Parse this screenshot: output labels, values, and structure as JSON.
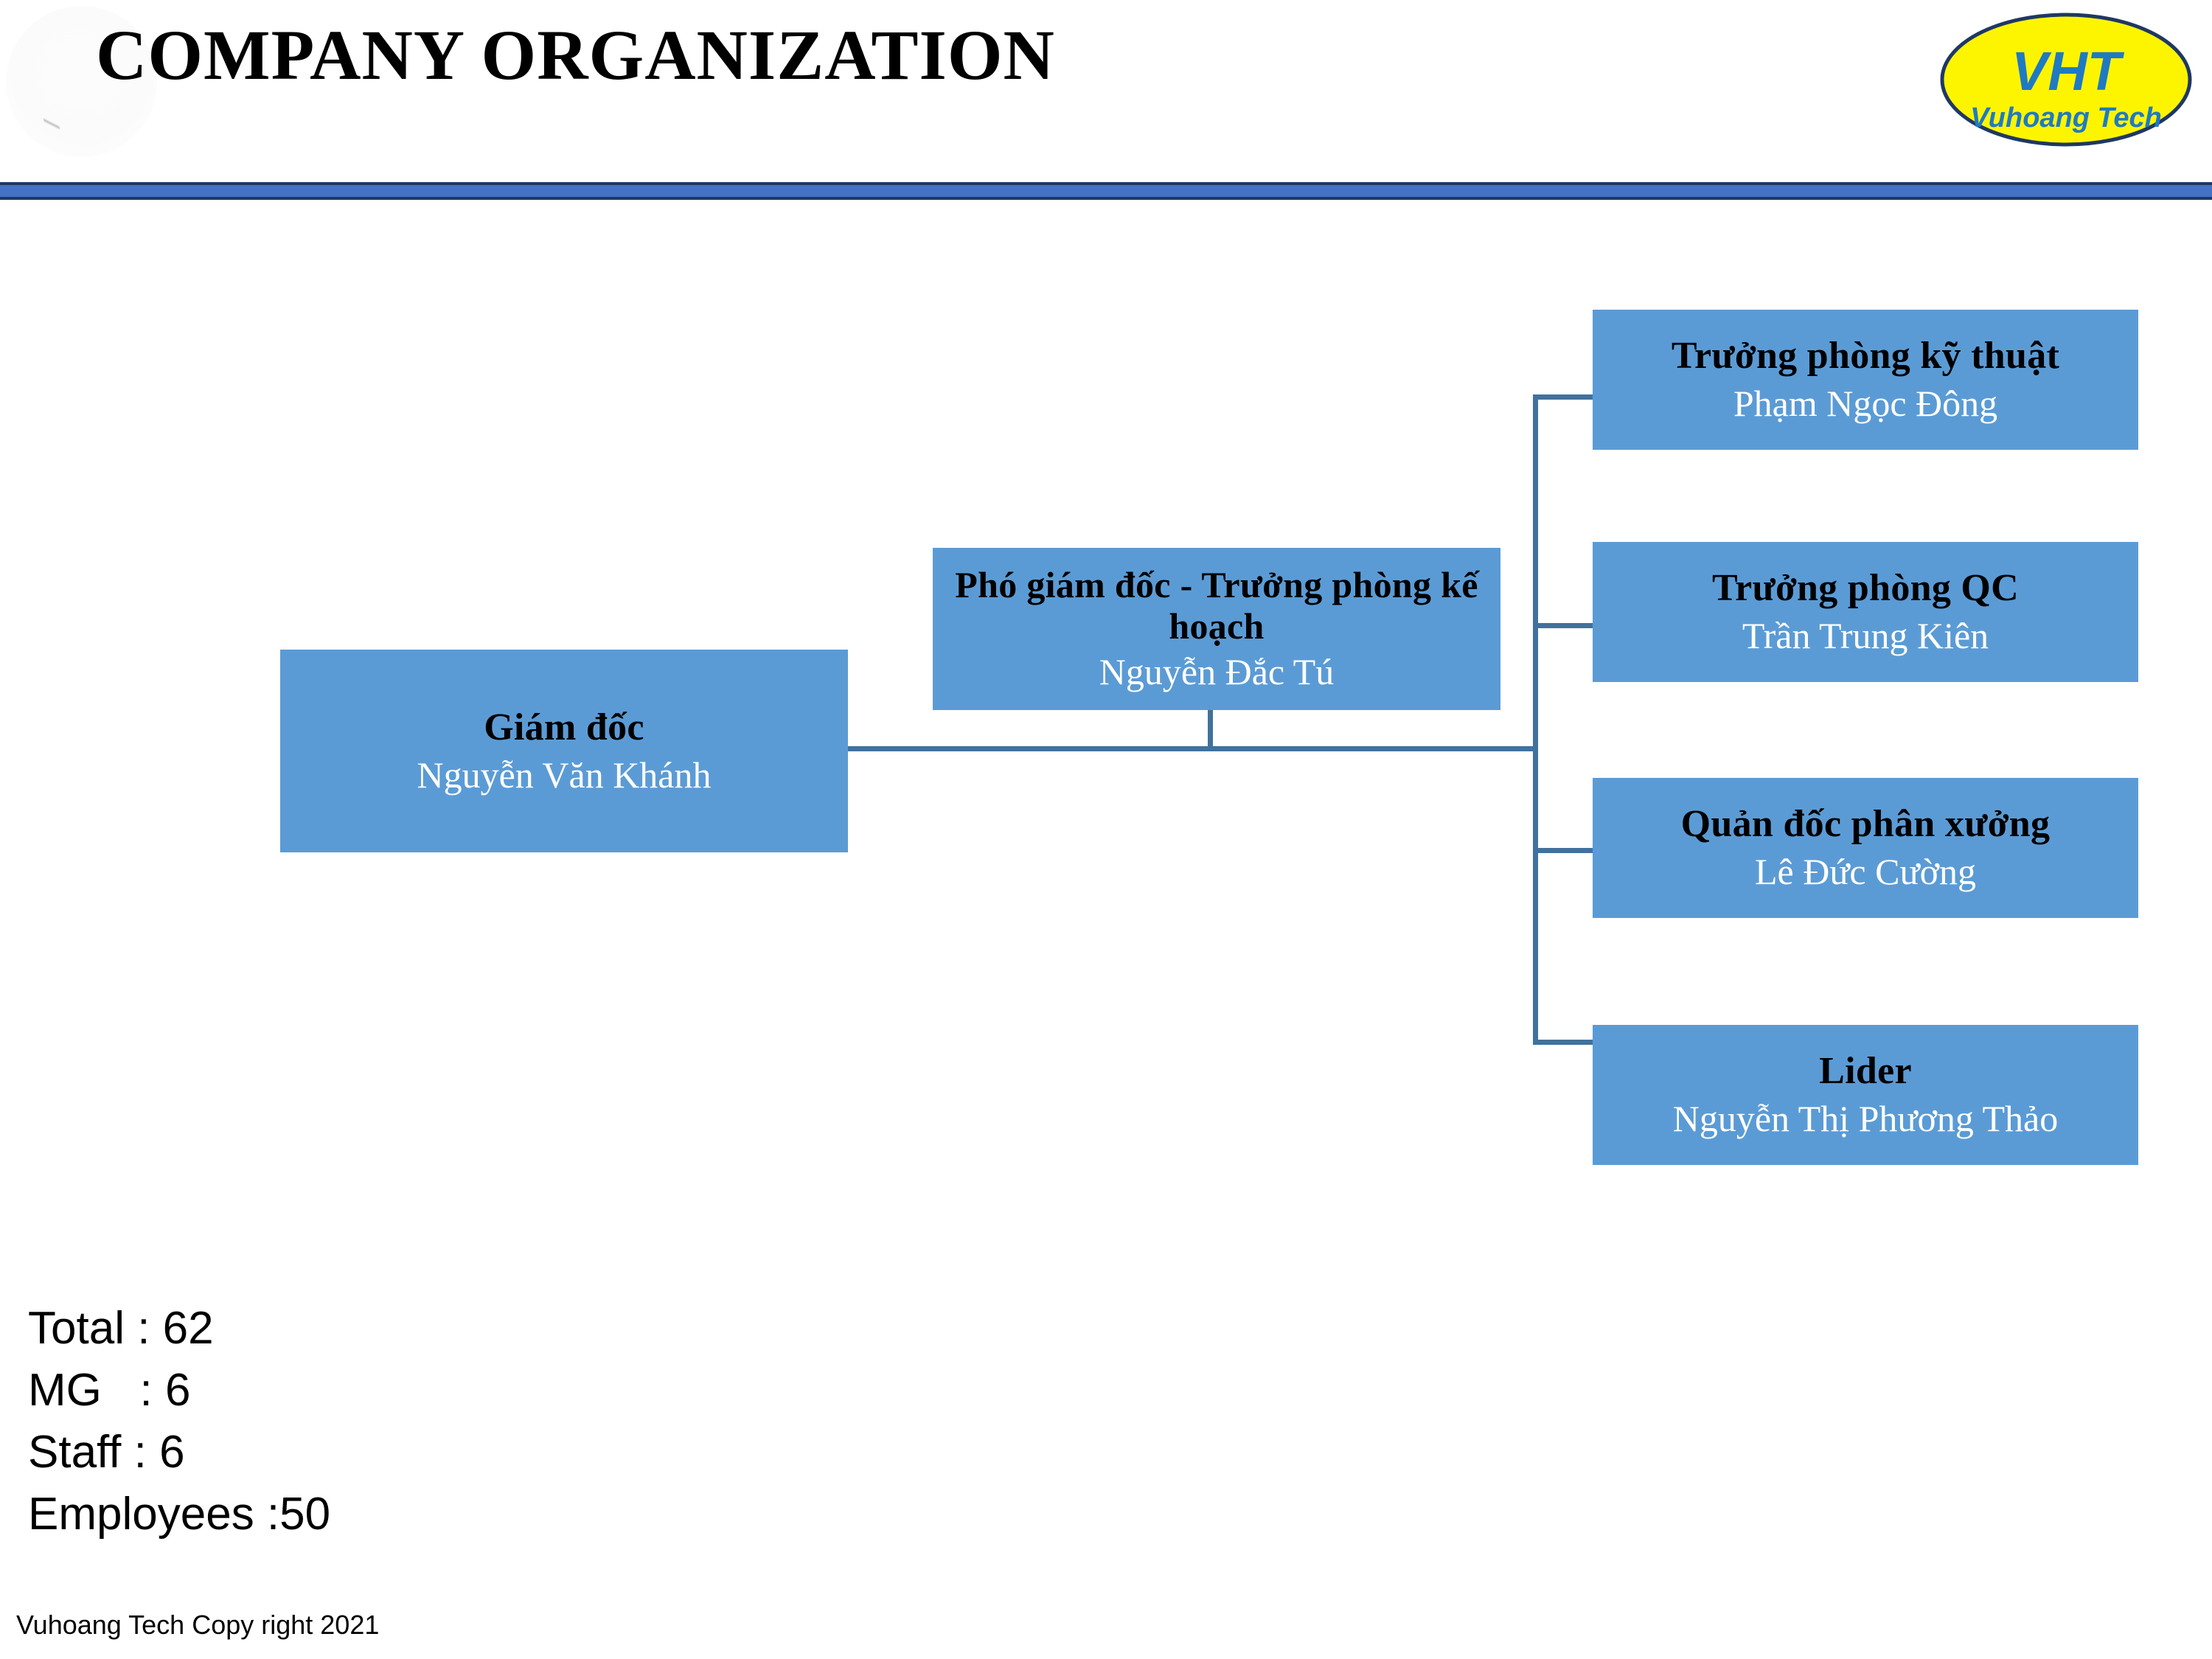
{
  "header": {
    "title": "COMPANY ORGANIZATION",
    "logo": {
      "primary_text": "VHT",
      "secondary_text": "Vuhoang Tech",
      "fill_color": "#fdf500",
      "stroke_color": "#1f3864",
      "text_color": "#1f7ac4"
    },
    "rule_band_color": "#4472c4",
    "rule_edge_color": "#1f3864"
  },
  "org_chart": {
    "box_fill_color": "#5b9bd5",
    "connector_color": "#41719c",
    "title_color": "#000000",
    "name_color": "#ffffff",
    "nodes": {
      "director": {
        "title": "Giám đốc",
        "name": "Nguyễn Văn Khánh"
      },
      "deputy": {
        "title": "Phó giám đốc - Trưởng phòng kế hoạch",
        "name": "Nguyễn Đắc Tú"
      },
      "tech_manager": {
        "title": "Trưởng phòng kỹ thuật",
        "name": "Phạm Ngọc Đông"
      },
      "qc_manager": {
        "title": "Trưởng phòng QC",
        "name": "Trần Trung Kiên"
      },
      "workshop_manager": {
        "title": "Quản đốc phân xưởng",
        "name": "Lê Đức Cường"
      },
      "lider": {
        "title": "Lider",
        "name": "Nguyễn Thị Phương Thảo"
      }
    }
  },
  "stats": {
    "total": "Total : 62",
    "mg": "MG   : 6",
    "staff": "Staff : 6",
    "employees": "Employees :50"
  },
  "footer": {
    "copyright": "Vuhoang Tech Copy right 2021"
  }
}
